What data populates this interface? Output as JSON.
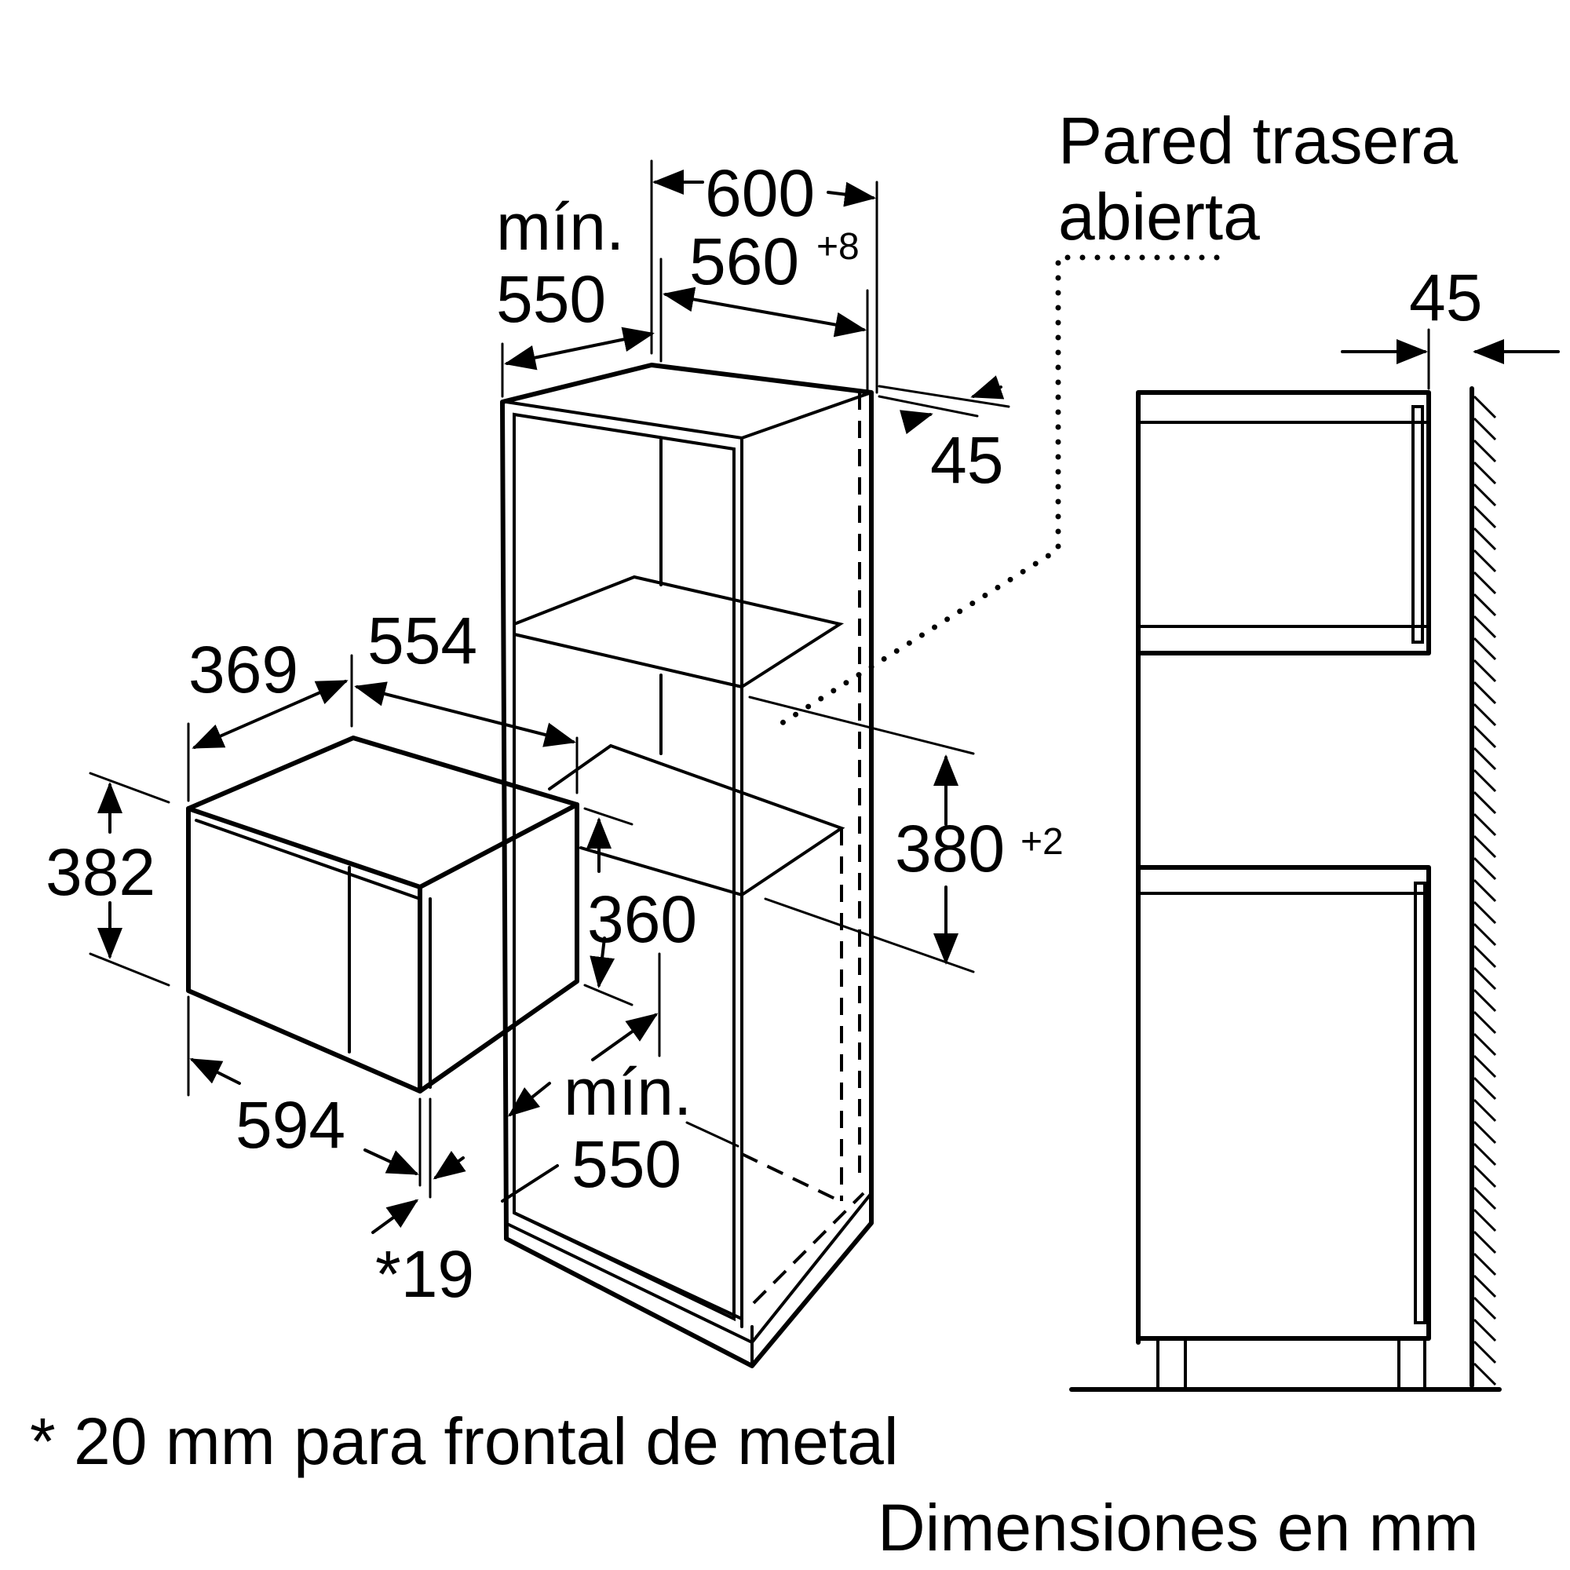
{
  "labels": {
    "rear_wall_line1": "Pared trasera",
    "rear_wall_line2": "abierta",
    "dim_600": "600",
    "dim_min_a": "mín.",
    "dim_550_top": "550",
    "dim_560": "560",
    "dim_560_tol": "+8",
    "dim_45_top": "45",
    "dim_45_right": "45",
    "dim_369": "369",
    "dim_554": "554",
    "dim_382": "382",
    "dim_380": "380",
    "dim_380_tol": "+2",
    "dim_360": "360",
    "dim_594": "594",
    "dim_min_b": "mín.",
    "dim_550_bottom": "550",
    "dim_19": "*19"
  },
  "footer": {
    "note": "* 20 mm para frontal de metal",
    "units": "Dimensiones en mm"
  }
}
